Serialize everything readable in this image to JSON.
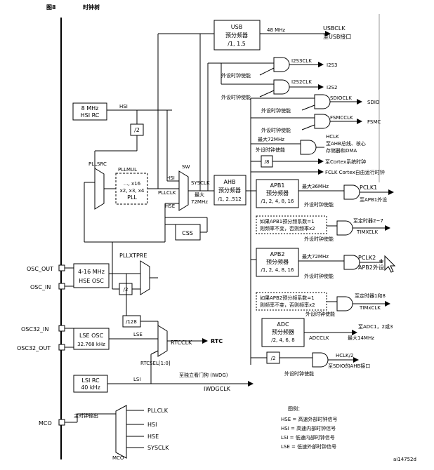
{
  "header": {
    "fig_no": "图8",
    "title": "时钟树"
  },
  "blocks": {
    "usb": [
      "USB",
      "预分频器",
      "/1, 1.5"
    ],
    "hsi_rc": [
      "8 MHz",
      "HSI RC"
    ],
    "div2_a": "/2",
    "div2_b": "/2",
    "div8": "/8",
    "div128": "/128",
    "div2_c": "/2",
    "pllsrc": "PLLSRC",
    "pllmul": [
      "PLLMUL",
      "..., x16",
      "x2, x3, x4",
      "PLL"
    ],
    "sw": "SW",
    "ahb": [
      "AHB",
      "预分频器",
      "/1, 2..512"
    ],
    "css": "CSS",
    "apb1": [
      "APB1",
      "预分频器",
      "/1, 2, 4, 8, 16"
    ],
    "apb2": [
      "APB2",
      "预分频器",
      "/1, 2, 4, 8, 16"
    ],
    "adc": [
      "ADC",
      "预分频器",
      "/2, 4, 6, 8"
    ],
    "pllxtpre": "PLLXTPRE",
    "hse_osc": [
      "4-16 MHz",
      "HSE OSC"
    ],
    "lse_osc": [
      "LSE OSC",
      "32.768 kHz"
    ],
    "lsi_rc": [
      "LSI RC",
      "40 kHz"
    ],
    "tim_note1": [
      "如果APB1预分频系数=1",
      "则频率不变，否则频率x2"
    ],
    "tim_note2": [
      "如果APB2预分频系数=1",
      "则频率不变，否则频率x2"
    ]
  },
  "pins": [
    "OSC_OUT",
    "OSC_IN",
    "OSC32_IN",
    "OSC32_OUT",
    "MCO"
  ],
  "signals": {
    "hsi": "HSI",
    "hsi2": "HSI",
    "hse": "HSE",
    "pllclk": "PLLCLK",
    "sysclk": "SYSCLK",
    "max72": [
      "最大",
      "72MHz"
    ],
    "freq48": "48 MHz",
    "usbclk": [
      "USBCLK",
      "至USB接口"
    ],
    "i2s3clk": "I2S3CLK",
    "i2s3": "I2S3",
    "i2s2clk": "I2S2CLK",
    "i2s2": "I2S2",
    "sdioclk": "SDIOCLK",
    "sdio": "SDIO",
    "fsmcclk": "FSMCCLK",
    "fsmc": "FSMC",
    "hclk": [
      "HCLK",
      "至AHB总线、核心",
      "存储器和DMA"
    ],
    "max72b": "最大72MHz",
    "cortex": "至Cortex系统时钟",
    "fclk": "FCLK Cortex自由运行时钟",
    "max36": "最大36MHz",
    "pclk1": [
      "PCLK1",
      "至APB1外设"
    ],
    "tim27": [
      "至定时器2~7",
      "TIMXCLK"
    ],
    "max72c": "最大72MHz",
    "pclk2": [
      "PCLK2",
      "APB2外设"
    ],
    "tim18": [
      "至定时器1和8",
      "TIMxCLK"
    ],
    "adcclk": [
      "至ADC1，2或3",
      "ADCCLK",
      "最大14MHz"
    ],
    "hclk2": [
      "HCLK/2",
      "至SDIO的AHB接口"
    ],
    "lse": "LSE",
    "lsi": "LSI",
    "rtcclk": "RTCCLK",
    "rtc": "RTC",
    "rtcsel": "RTCSEL[1:0]",
    "iwdg": [
      "至独立看门狗 (IWDG)",
      "IWDGCLK"
    ],
    "mco_label": "主时钟输出",
    "mco_in": [
      "PLLCLK",
      "HSI",
      "HSE",
      "SYSCLK"
    ],
    "mco_mux": "MCO",
    "enable": "外设时钟使能"
  },
  "legend": {
    "title": "图例：",
    "items": [
      "HSE = 高速外部时钟信号",
      "HSI = 高速内部时钟信号",
      "LSI = 低速内部时钟信号",
      "LSE = 低速外部时钟信号"
    ]
  },
  "ref": "ai14752d"
}
